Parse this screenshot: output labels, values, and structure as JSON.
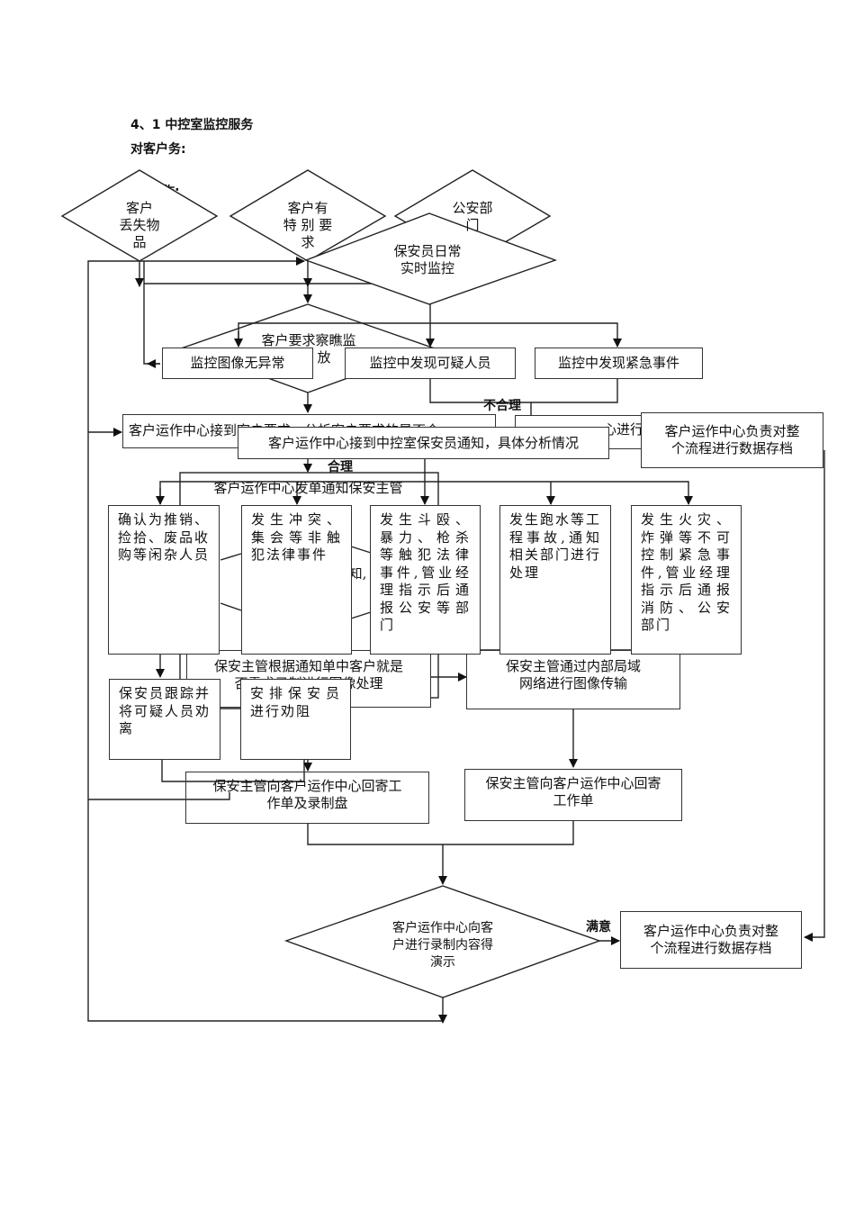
{
  "document": {
    "section_title": "4、1 中控室监控服务",
    "subtitle": "对客户务:",
    "hidden_fragment": "作:"
  },
  "flowchart": {
    "start_diamonds": [
      {
        "id": "lost-items",
        "text": "客户\n丢失物\n品"
      },
      {
        "id": "special-request",
        "text": "客户有\n特 别 要\n求"
      },
      {
        "id": "police",
        "text": "公安部\n门"
      },
      {
        "id": "daily-monitoring",
        "text": "保安员日常\n实时监控"
      }
    ],
    "decision_review": {
      "text_line1": "客户要求察瞧监",
      "text_line2": "放"
    },
    "monitor_results": [
      {
        "id": "no-anomaly",
        "text": "监控图像无异常"
      },
      {
        "id": "suspicious-person",
        "text": "监控中发现可疑人员"
      },
      {
        "id": "emergency",
        "text": "监控中发现紧急事件"
      }
    ],
    "labels": {
      "unreasonable": "不合理",
      "reasonable": "合理",
      "satisfied": "满意"
    },
    "ops_center_receive_request": "客户运作中心接到客户要求，分析客户要求的是否合",
    "ops_center_receive_notice": "客户运作中心接到中控室保安员通知，具体分析情况",
    "ops_center_partial": "心进行",
    "archive_top": "客户运作中心负责对整\n个流程进行数据存档",
    "dispatch_notice": "客户运作中心发单通知保安主管",
    "incident_boxes": [
      {
        "id": "vendors",
        "text": "确认为推销、捡拾、废品收购等闲杂人员"
      },
      {
        "id": "conflict",
        "text": "发生冲突、集会等非触犯法律事件"
      },
      {
        "id": "fight",
        "text": "发生斗殴、暴力、枪杀等触犯法律事件,管业经理指示后通报公安等部门"
      },
      {
        "id": "flood",
        "text": "发生跑水等工程事故,通知相关部门进行处理"
      },
      {
        "id": "fire",
        "text": "发生火灾、炸弹等不可控制紧急事件,管业经理指示后通报消防、公安部门"
      }
    ],
    "hidden_fragment_mid": "知,",
    "supervisor_process": "保安主管根据通知单中客户就是\n否需求录制进行图像处理",
    "supervisor_transfer": "保安主管通过内部局域\n网络进行图像传输",
    "guard_track": "保安员跟踪并将可疑人员劝离",
    "guard_dissuade": "安排保安员进行劝阻",
    "return_order_disc": "保安主管向客户运作中心回寄工\n作单及录制盘",
    "return_order": "保安主管向客户运作中心回寄\n工作单",
    "final_decision": "客户运作中心向客\n户进行录制内容得\n演示",
    "archive_bottom": "客户运作中心负责对整\n个流程进行数据存档"
  }
}
